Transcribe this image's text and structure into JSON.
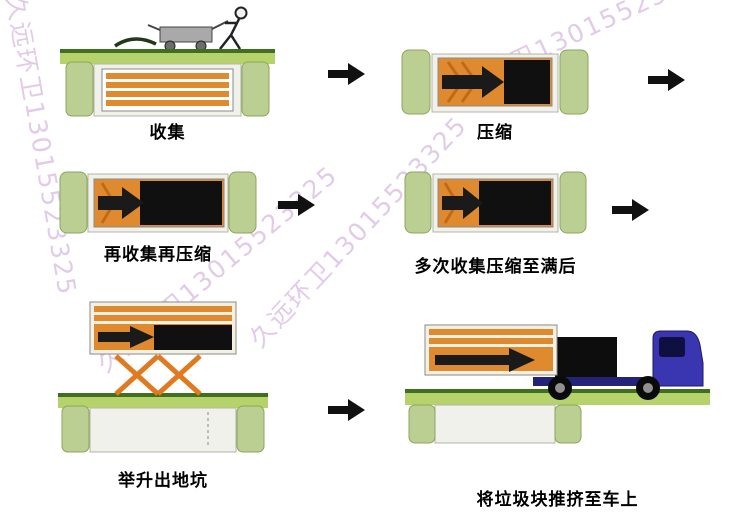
{
  "watermark": {
    "text": "久远环卫13015523325",
    "color": "#c9a2d8"
  },
  "steps": [
    {
      "id": "collect",
      "caption": "收集"
    },
    {
      "id": "compress",
      "caption": "压缩"
    },
    {
      "id": "recollect-recompress",
      "caption": "再收集再压缩"
    },
    {
      "id": "repeat-until-full",
      "caption": "多次收集压缩至满后"
    },
    {
      "id": "lift-out-of-pit",
      "caption": "举升出地坑"
    },
    {
      "id": "push-onto-truck",
      "caption": "将垃圾块推挤至车上"
    }
  ],
  "colors": {
    "ground_green": "#b6d36b",
    "ground_edge": "#3f6f1f",
    "pit_wall_green": "#bccf93",
    "container_orange": "#e08a30",
    "waste_black": "#111111",
    "lift_orange": "#e07a20",
    "truck_blue": "#3a35b0",
    "flow_arrow_black": "#111111"
  }
}
